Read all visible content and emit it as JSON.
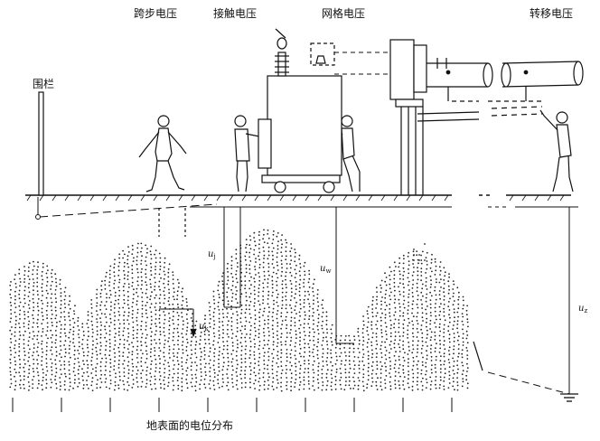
{
  "labels": {
    "step_voltage": "跨步电压",
    "contact_voltage": "接触电压",
    "mesh_voltage": "网格电压",
    "transfer_voltage": "转移电压",
    "fence": "围栏",
    "caption": "地表面的电位分布"
  },
  "symbols": {
    "u_j": {
      "base": "u",
      "sub": "j"
    },
    "u_k": {
      "base": "u",
      "sub": "k"
    },
    "u_w": {
      "base": "u",
      "sub": "w"
    },
    "u_z": {
      "base": "u",
      "sub": "z"
    }
  }
}
